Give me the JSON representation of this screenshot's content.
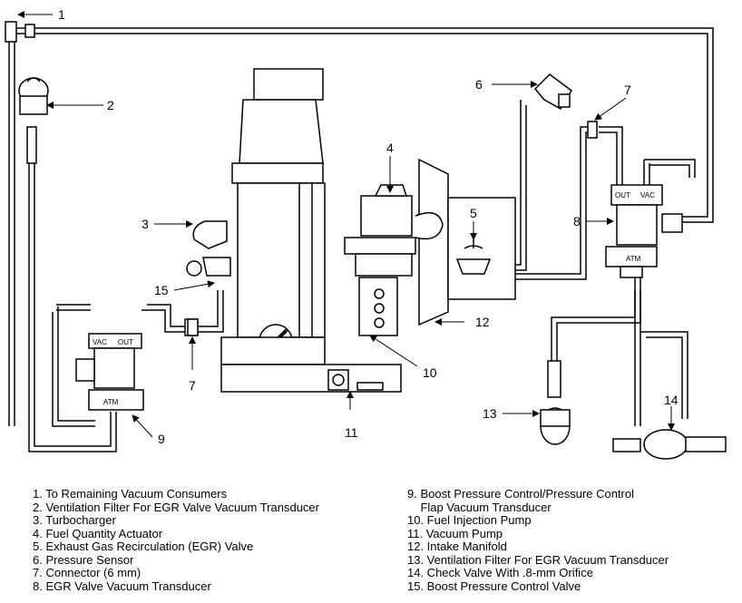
{
  "callouts": [
    "1",
    "2",
    "3",
    "4",
    "5",
    "6",
    "7",
    "7",
    "8",
    "9",
    "10",
    "11",
    "12",
    "13",
    "14",
    "15"
  ],
  "component_labels": {
    "transducer_out": "OUT",
    "transducer_vac": "VAC",
    "transducer_atm": "ATM"
  },
  "legend": {
    "left": [
      "1. To Remaining Vacuum Consumers",
      "2. Ventilation Filter For EGR Valve Vacuum Transducer",
      "3. Turbocharger",
      "4. Fuel Quantity Actuator",
      "5. Exhaust Gas Recirculation (EGR) Valve",
      "6. Pressure Sensor",
      "7. Connector (6 mm)",
      "8. EGR Valve Vacuum Transducer"
    ],
    "right": [
      "9. Boost Pressure Control/Pressure Control",
      "    Flap Vacuum Transducer",
      "10. Fuel Injection Pump",
      "11. Vacuum Pump",
      "12. Intake Manifold",
      "13. Ventilation Filter For EGR Vacuum Transducer",
      "14. Check Valve With .8-mm Orifice",
      "15. Boost Pressure Control Valve"
    ]
  }
}
